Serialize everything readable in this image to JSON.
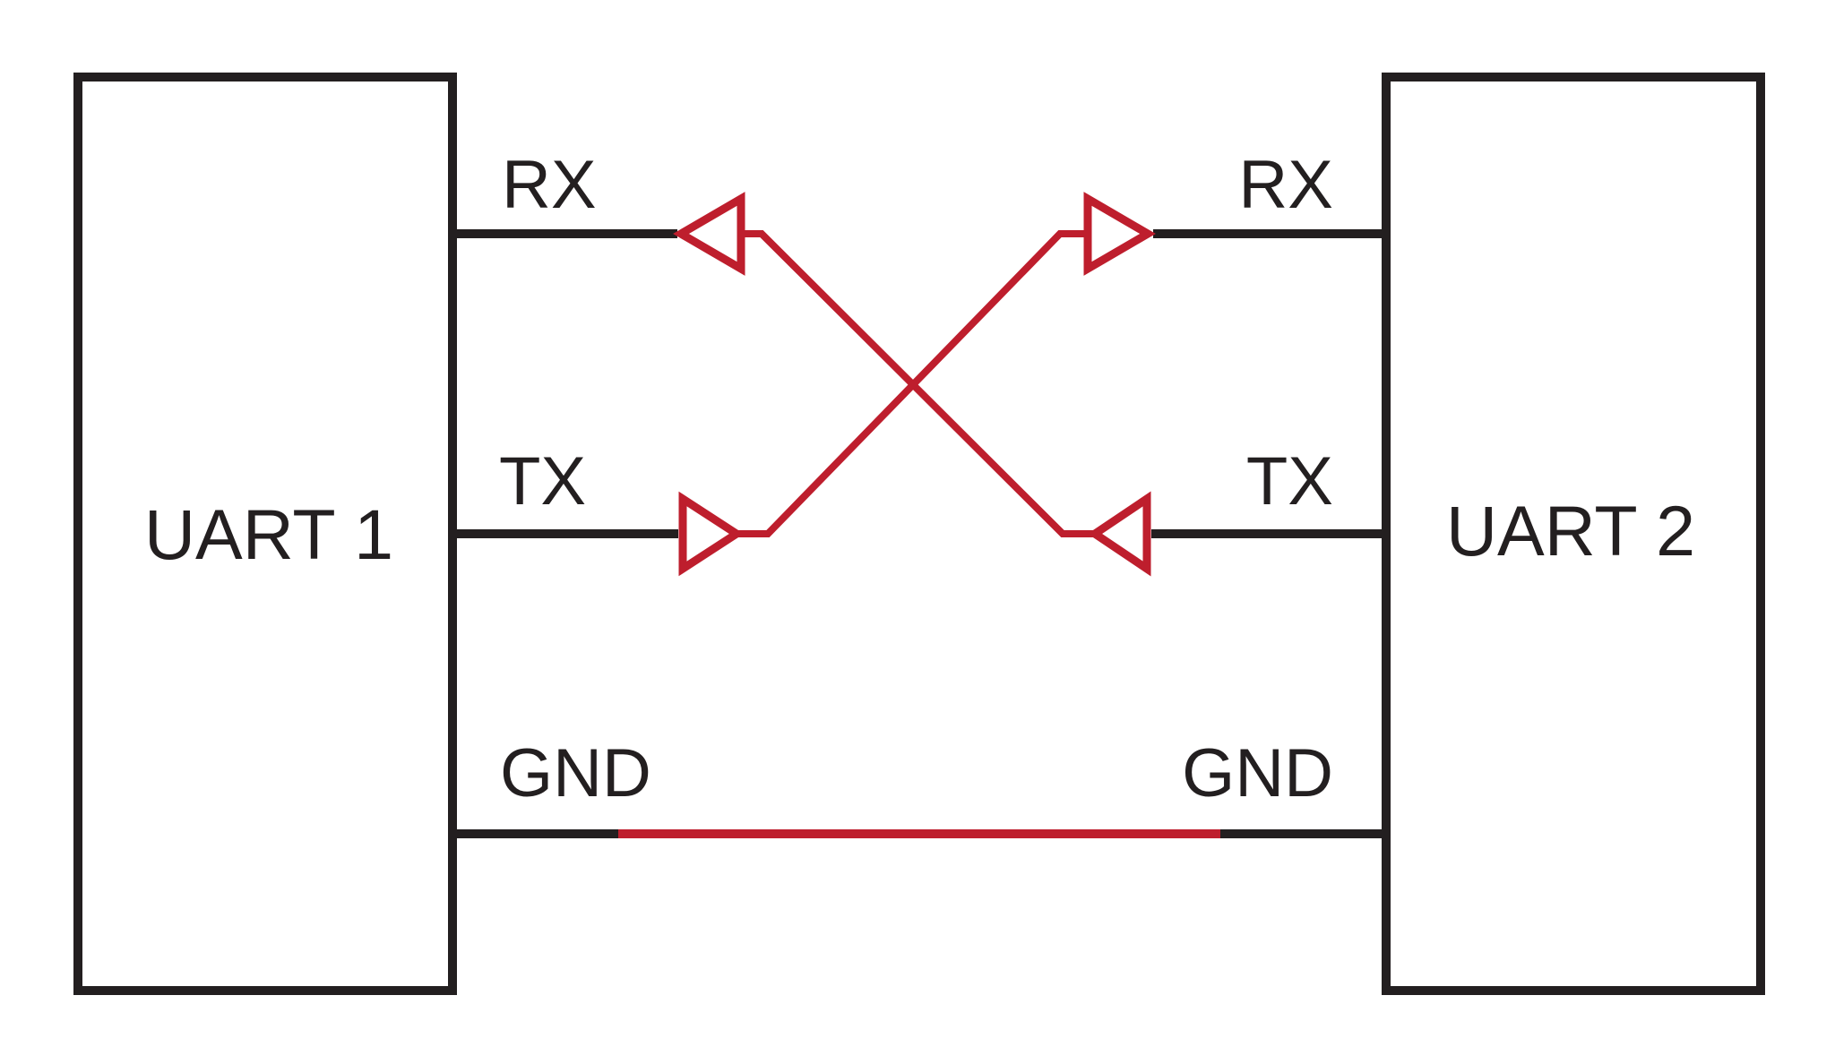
{
  "diagram": {
    "type": "uart-wiring",
    "colors": {
      "outline": "#231F20",
      "signal": "#BE1E2D",
      "background": "#FFFFFF"
    },
    "devices": [
      {
        "id": "uart1",
        "label": "UART 1",
        "pins": {
          "rx": "RX",
          "tx": "TX",
          "gnd": "GND"
        }
      },
      {
        "id": "uart2",
        "label": "UART 2",
        "pins": {
          "rx": "RX",
          "tx": "TX",
          "gnd": "GND"
        }
      }
    ],
    "connections": [
      {
        "from": "UART 1 TX",
        "to": "UART 2 RX",
        "style": "crossed"
      },
      {
        "from": "UART 2 TX",
        "to": "UART 1 RX",
        "style": "crossed"
      },
      {
        "from": "UART 1 GND",
        "to": "UART 2 GND",
        "style": "direct"
      }
    ]
  }
}
